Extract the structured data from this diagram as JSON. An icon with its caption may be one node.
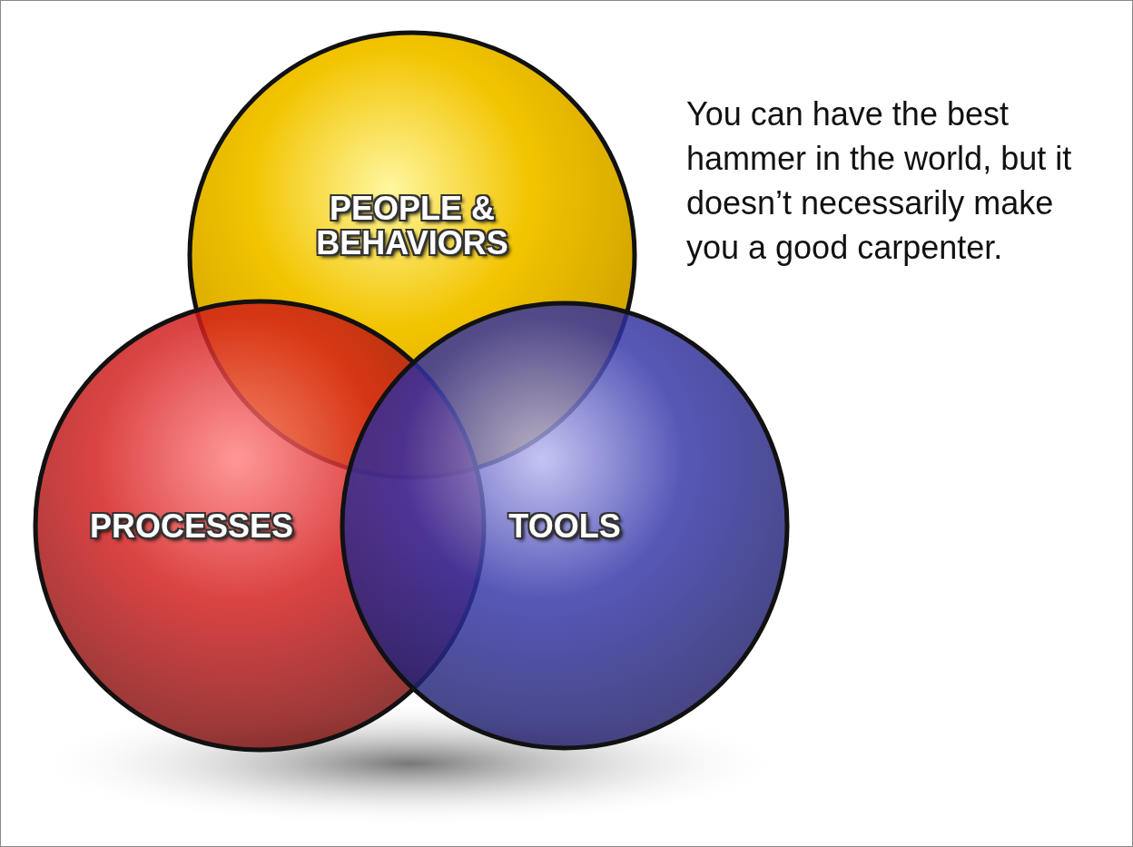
{
  "diagram": {
    "nodes": [
      {
        "text": [
          "PEOPLE & BEHAVIORS"
        ]
      },
      {
        "text": [
          "PROCESSES"
        ]
      },
      {
        "text": [
          "TOOLS"
        ]
      }
    ],
    "labels": [
      "You can have the best hammer in the world, but it doesn’t necessarily make you a good carpenter."
    ]
  }
}
